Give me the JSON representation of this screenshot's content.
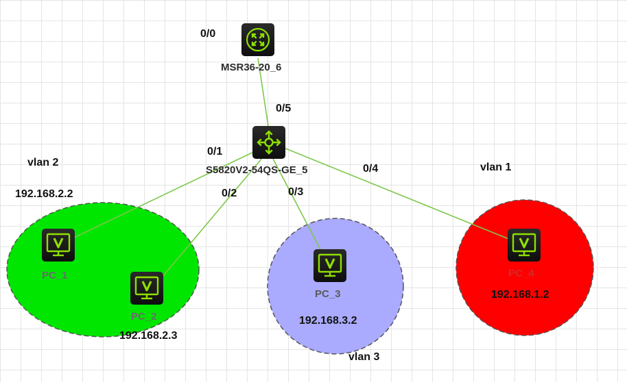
{
  "router": {
    "name": "MSR36-20_6",
    "port": "0/0",
    "icon": "router-icon"
  },
  "switch": {
    "name": "S5820V2-54QS-GE_5",
    "ports": {
      "uplink": "0/5",
      "pc1": "0/1",
      "pc2": "0/2",
      "pc3": "0/3",
      "pc4": "0/4"
    },
    "icon": "switch-icon"
  },
  "vlans": {
    "vlan2": {
      "label": "vlan 2",
      "color": "#00e600"
    },
    "vlan3": {
      "label": "vlan 3",
      "color": "#aaaaff"
    },
    "vlan1": {
      "label": "vlan 1",
      "color": "#ff0000"
    }
  },
  "pcs": {
    "pc1": {
      "name": "PC_1",
      "ip": "192.168.2.2",
      "icon": "pc-icon"
    },
    "pc2": {
      "name": "PC_2",
      "ip": "192.168.2.3",
      "icon": "pc-icon"
    },
    "pc3": {
      "name": "PC_3",
      "ip": "192.168.3.2",
      "icon": "pc-icon"
    },
    "pc4": {
      "name": "PC_4",
      "ip": "192.168.1.2",
      "icon": "pc-icon"
    }
  },
  "colors": {
    "link": "#7dc74a",
    "icon_accent": "#8fe000",
    "device_bg": "#1a1a1a",
    "zone_border": "#555555"
  }
}
